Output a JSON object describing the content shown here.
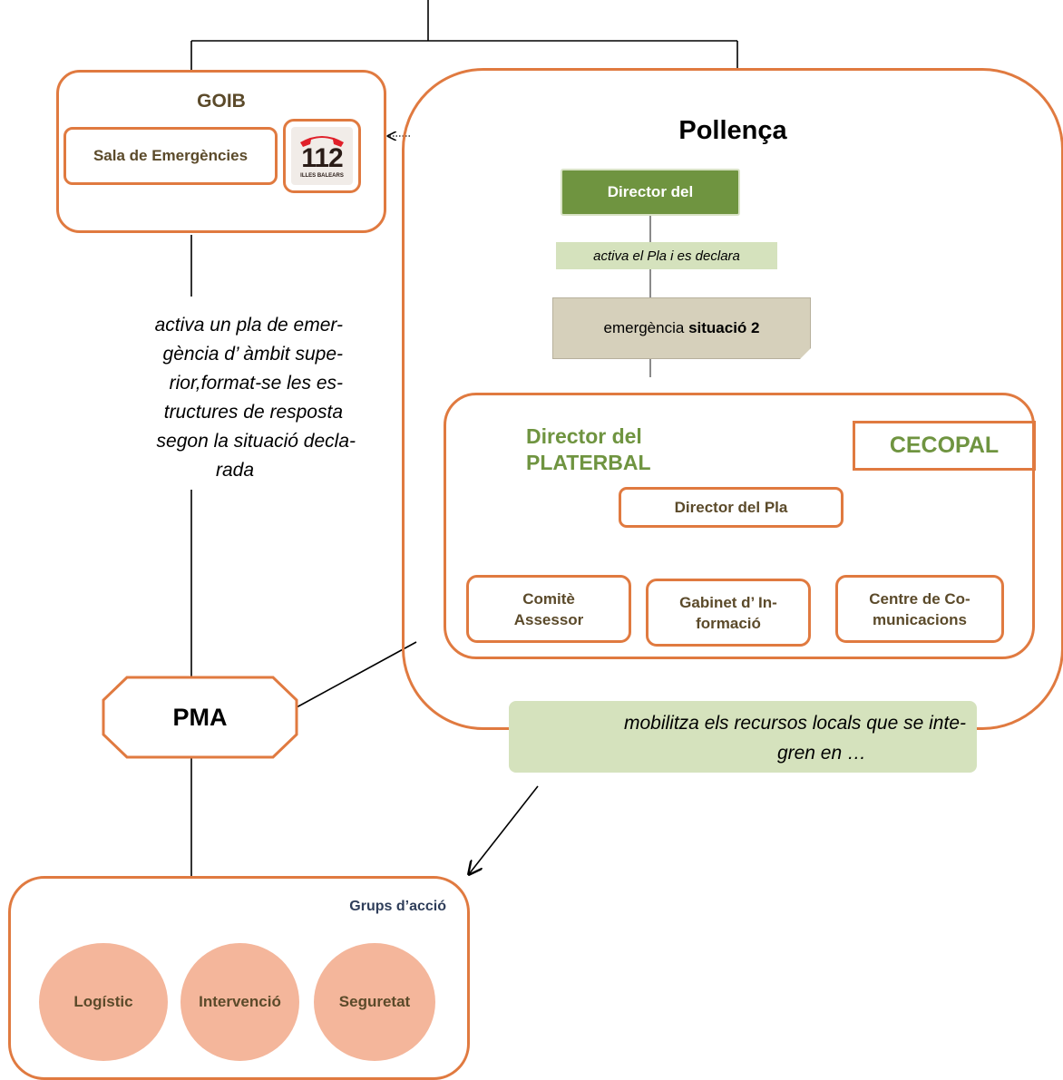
{
  "goib": {
    "title": "GOIB",
    "sala": "Sala de Emergències",
    "logo_number": "112",
    "logo_subtitle": "ILLES BALEARS"
  },
  "pollenca": {
    "title": "Pollença",
    "director_box": "Director del",
    "activa_label": "activa el Pla i es declara",
    "situacio_prefix": "emergència ",
    "situacio_bold": "situació 2"
  },
  "platerbal": {
    "title_line1": "Director del",
    "title_line2": "PLATERBAL",
    "cecopal": "CECOPAL",
    "director_pla": "Director del Pla",
    "comite_line1": "Comitè",
    "comite_line2": "Assessor",
    "gabinet_line1": "Gabinet d’ In-",
    "gabinet_line2": "formació",
    "centre_line1": "Centre de Co-",
    "centre_line2": "municacions"
  },
  "left_note": [
    "activa un pla de emer-",
    "gència d’ àmbit supe-",
    "rior,format-se les es-",
    "tructures de resposta",
    "segon la situació decla-",
    "rada"
  ],
  "pma": "PMA",
  "mobilitza": [
    "mobilitza els recursos locals que se inte-",
    "gren en …"
  ],
  "grups": {
    "title": "Grups d’acció",
    "items": [
      "Logístic",
      "Intervenció",
      "Seguretat"
    ]
  },
  "colors": {
    "accent": "#e07a40",
    "green": "#6f9440",
    "light_green": "#d5e2bd",
    "beige": "#d6d0bb",
    "salmon": "#f4b69b"
  }
}
